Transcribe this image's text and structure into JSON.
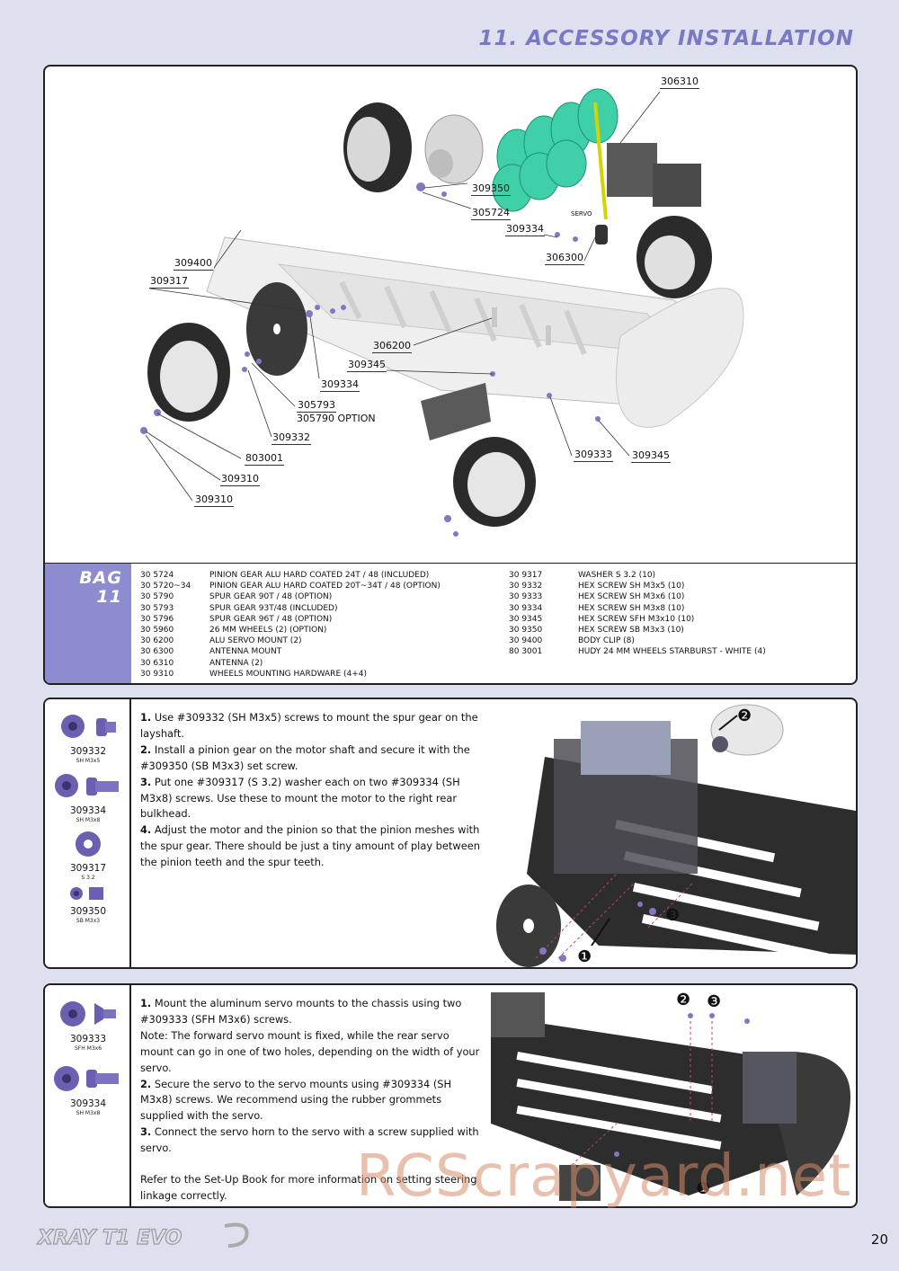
{
  "page": {
    "title": "11. ACCESSORY INSTALLATION",
    "number": "20",
    "watermark": "RCScrapyard.net",
    "logo_text": "XRAY T1 EVO"
  },
  "main_diagram": {
    "callouts": {
      "c306310": "306310",
      "c309350": "309350",
      "c305724": "305724",
      "servo": "SERVO",
      "c309334a": "309334",
      "c306300": "306300",
      "c309400": "309400",
      "c309317": "309317",
      "c306200": "306200",
      "c309345a": "309345",
      "c309334b": "309334",
      "c305793": "305793",
      "c305790": "305790 OPTION",
      "c309332": "309332",
      "c803001": "803001",
      "c309310a": "309310",
      "c309310b": "309310",
      "c309333": "309333",
      "c309345b": "309345"
    }
  },
  "bag": {
    "label_line1": "BAG",
    "label_line2": "11"
  },
  "parts_left": [
    {
      "code": "30 5724",
      "desc": "PINION GEAR ALU HARD COATED 24T / 48  (INCLUDED)"
    },
    {
      "code": "30 5720~34",
      "desc": "PINION GEAR ALU HARD COATED 20T~34T / 48  (OPTION)"
    },
    {
      "code": "30 5790",
      "desc": "SPUR GEAR 90T / 48  (OPTION)"
    },
    {
      "code": "30 5793",
      "desc": "SPUR GEAR 93T/48  (INCLUDED)"
    },
    {
      "code": "30 5796",
      "desc": "SPUR GEAR 96T / 48  (OPTION)"
    },
    {
      "code": "30 5960",
      "desc": "26 MM WHEELS (2)  (OPTION)"
    },
    {
      "code": "30 6200",
      "desc": "ALU SERVO MOUNT  (2)"
    },
    {
      "code": "30 6300",
      "desc": "ANTENNA MOUNT"
    },
    {
      "code": "30 6310",
      "desc": "ANTENNA  (2)"
    },
    {
      "code": "30 9310",
      "desc": "WHEELS MOUNTING HARDWARE (4+4)"
    }
  ],
  "parts_right": [
    {
      "code": "30 9317",
      "desc": "WASHER S 3.2 (10)"
    },
    {
      "code": "30 9332",
      "desc": "HEX SCREW  SH M3x5  (10)"
    },
    {
      "code": "30 9333",
      "desc": "HEX SCREW  SH M3x6  (10)"
    },
    {
      "code": "30 9334",
      "desc": "HEX SCREW  SH M3x8  (10)"
    },
    {
      "code": "30 9345",
      "desc": "HEX SCREW  SFH M3x10  (10)"
    },
    {
      "code": "30 9350",
      "desc": "HEX SCREW  SB M3x3 (10)"
    },
    {
      "code": "30 9400",
      "desc": "BODY CLIP (8)"
    },
    {
      "code": "80 3001",
      "desc": "HUDY 24 MM WHEELS STARBURST - WHITE (4)"
    }
  ],
  "step1": {
    "hardware": [
      {
        "num": "309332",
        "sub": "SH M3x5"
      },
      {
        "num": "309334",
        "sub": "SH M3x8"
      },
      {
        "num": "309317",
        "sub": "S 3.2"
      },
      {
        "num": "309350",
        "sub": "SB M3x3"
      }
    ],
    "instructions": [
      {
        "n": "1.",
        "text": " Use #309332 (SH M3x5) screws to mount the spur gear on the layshaft."
      },
      {
        "n": "2.",
        "text": " Install a pinion gear on the motor shaft and secure it with the #309350 (SB M3x3) set screw."
      },
      {
        "n": "3.",
        "text": " Put one #309317 (S 3.2) washer each on two #309334 (SH M3x8) screws. Use these to mount the motor to the right rear bulkhead."
      },
      {
        "n": "4.",
        "text": " Adjust the motor and the pinion so that the pinion meshes with the spur gear. There should be just a tiny amount of play between the pinion teeth and the spur teeth."
      }
    ],
    "markers": [
      "❶",
      "❷",
      "❸"
    ]
  },
  "step2": {
    "hardware": [
      {
        "num": "309333",
        "sub": "SFH M3x6"
      },
      {
        "num": "309334",
        "sub": "SH M3x8"
      }
    ],
    "instructions": [
      {
        "n": "1.",
        "text": " Mount the aluminum servo mounts to the chassis using two #309333 (SFH M3x6) screws."
      },
      {
        "n": "",
        "text": "Note: The forward servo mount is fixed, while the rear servo mount can go in one of two holes, depending on the width of your servo."
      },
      {
        "n": "2.",
        "text": " Secure the servo to the servo mounts using #309334 (SH M3x8) screws. We recommend using the rubber grommets supplied with the servo."
      },
      {
        "n": "3.",
        "text": " Connect the servo horn to the servo with a screw supplied with servo."
      }
    ],
    "footer_note": "Refer to the Set-Up Book for more information on setting steering linkage correctly.",
    "markers": [
      "❶",
      "❷",
      "❸"
    ]
  },
  "colors": {
    "accent": "#7a79c4",
    "bag": "#8d8cd0",
    "battery": "#3fd0a8",
    "hardware": "#6a5fb0"
  }
}
